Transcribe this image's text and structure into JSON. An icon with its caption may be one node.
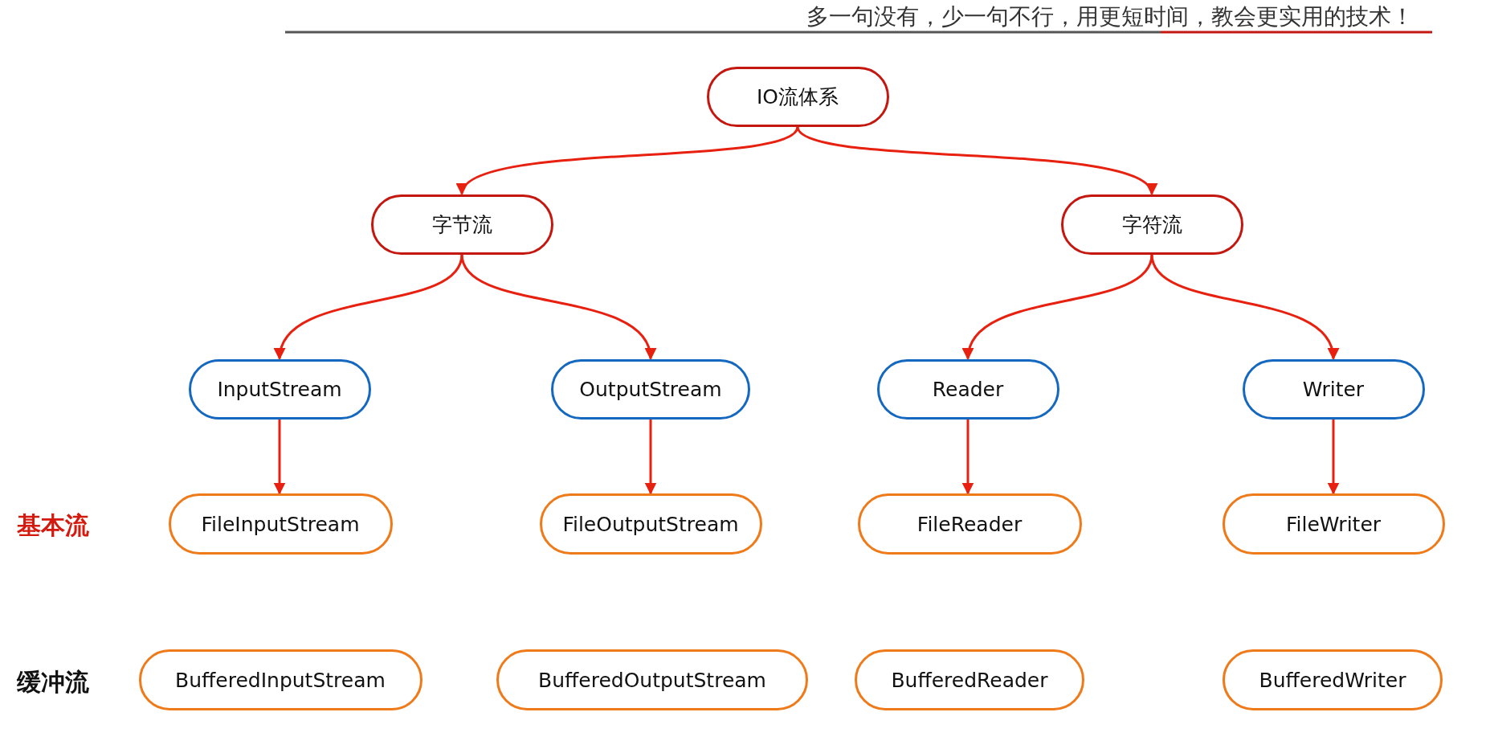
{
  "diagram": {
    "nodes": [
      {
        "text": [
          "IO流体系"
        ]
      },
      {
        "text": [
          "字节流"
        ]
      },
      {
        "text": [
          "字符流"
        ]
      },
      {
        "text": [
          "InputStream"
        ]
      },
      {
        "text": [
          "OutputStream"
        ]
      },
      {
        "text": [
          "Reader"
        ]
      },
      {
        "text": [
          "Writer"
        ]
      },
      {
        "text": [
          "FileInputStream"
        ]
      },
      {
        "text": [
          "FileOutputStream"
        ]
      },
      {
        "text": [
          "FileReader"
        ]
      },
      {
        "text": [
          "FileWriter"
        ]
      },
      {
        "text": [
          "BufferedInputStream"
        ]
      },
      {
        "text": [
          "BufferedOutputStream"
        ]
      },
      {
        "text": [
          "BufferedReader"
        ]
      },
      {
        "text": [
          "BufferedWriter"
        ]
      }
    ],
    "edges": [
      {
        "from": 0,
        "to": 1,
        "arrow": "to"
      },
      {
        "from": 0,
        "to": 2,
        "arrow": "to"
      },
      {
        "from": 1,
        "to": 3,
        "arrow": "to"
      },
      {
        "from": 1,
        "to": 4,
        "arrow": "to"
      },
      {
        "from": 2,
        "to": 5,
        "arrow": "to"
      },
      {
        "from": 2,
        "to": 6,
        "arrow": "to"
      },
      {
        "from": 3,
        "to": 7,
        "arrow": "to"
      },
      {
        "from": 4,
        "to": 8,
        "arrow": "to"
      },
      {
        "from": 5,
        "to": 9,
        "arrow": "to"
      },
      {
        "from": 6,
        "to": 10,
        "arrow": "to"
      }
    ],
    "labels": [
      "多一句没有，少一句不行，用更短时间，教会更实用的技术！",
      "基本流",
      "缓冲流"
    ]
  }
}
